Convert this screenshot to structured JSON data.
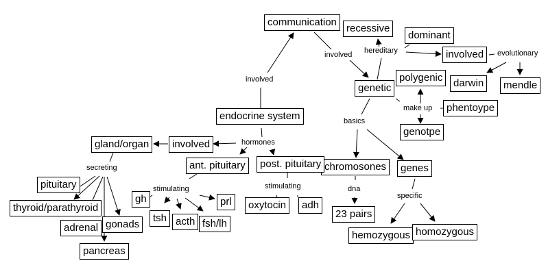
{
  "diagram": {
    "type": "concept-map",
    "nodes": {
      "communication": "communication",
      "recessive": "recessive",
      "dominant": "dominant",
      "involved_gen": "involved",
      "darwin": "darwin",
      "mendle": "mendle",
      "genetic": "genetic",
      "polygenic": "polygenic",
      "phentoype": "phentoype",
      "genotpe": "genotpe",
      "endocrine": "endocrine system",
      "gland": "gland/organ",
      "involved_end": "involved",
      "ant_pit": "ant. pituitary",
      "post_pit": "post. pituitary",
      "chromosones": "chromosones",
      "genes": "genes",
      "pituitary": "pituitary",
      "thyroid": "thyroid/parathyroid",
      "adrenal": "adrenal",
      "gonads": "gonads",
      "pancreas": "pancreas",
      "gh": "gh",
      "tsh": "tsh",
      "acth": "acth",
      "fsh": "fsh/lh",
      "prl": "prl",
      "oxytocin": "oxytocin",
      "adh": "adh",
      "pairs": "23 pairs",
      "hemozygous": "hemozygous",
      "homozygous": "homozygous"
    },
    "links": {
      "involved_top": "involved",
      "involved_mid": "involved",
      "hereditary": "hereditary",
      "evolutionary": "evolutionary",
      "makeup": "make up",
      "basics": "basics",
      "hormones": "hormones",
      "secreting": "secreting",
      "stim_ant": "stimulating",
      "stim_post": "stimulating",
      "dna": "dna",
      "specific": "specific"
    }
  }
}
